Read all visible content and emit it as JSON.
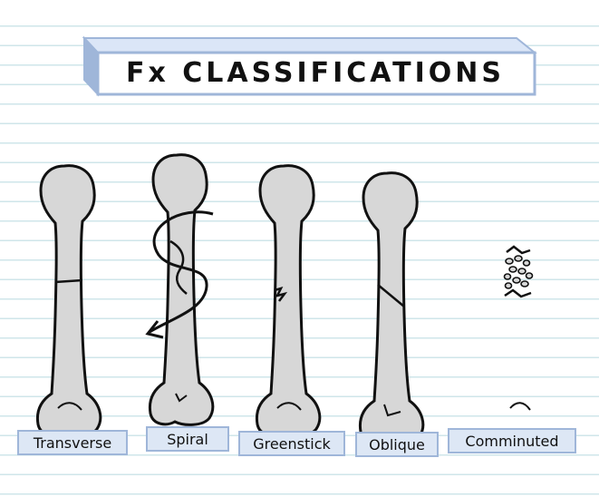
{
  "title": "Fx CLASSIFICATIONS",
  "colors": {
    "banner_face": "#ffffff",
    "banner_edge": "#9fb6d9",
    "banner_top": "#dbe6f7",
    "bone_fill": "#d7d7d7",
    "outline": "#111111",
    "label_fill": "#dde7f5",
    "label_border": "#9fb6d9",
    "ruled_lines": "#cfe6ea"
  },
  "fractures": [
    {
      "label": "Transverse"
    },
    {
      "label": "Spiral"
    },
    {
      "label": "Greenstick"
    },
    {
      "label": "Oblique"
    },
    {
      "label": "Comminuted"
    }
  ]
}
